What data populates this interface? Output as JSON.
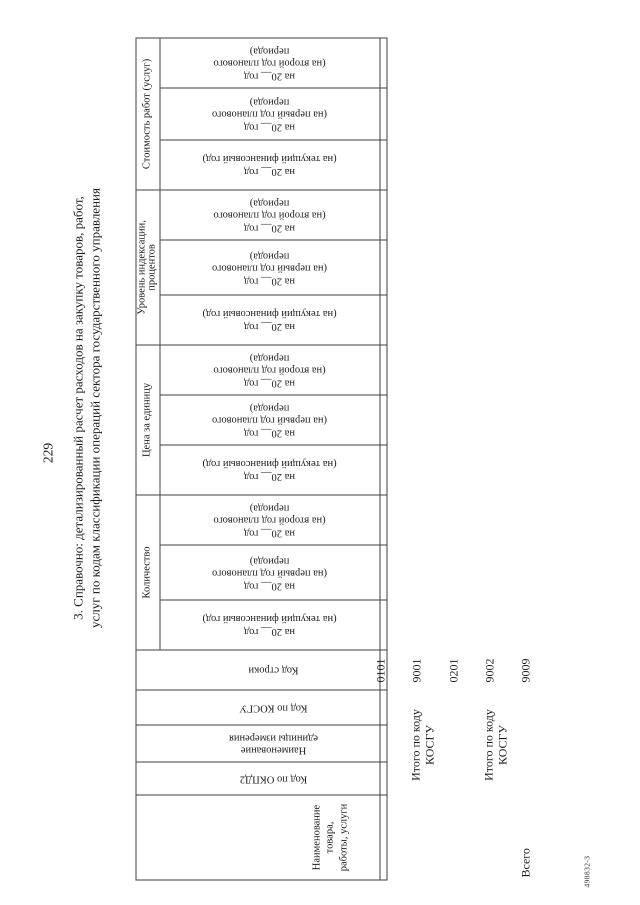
{
  "page": {
    "number": "229",
    "footer_code": "498832-3"
  },
  "title": {
    "line1": "3. Справочно: детализированный расчет расходов на закупку товаров, работ,",
    "line2": "услуг по кодам классификации операций сектора государственного управления"
  },
  "table": {
    "col_name": "Наименование\nтовара,\nработы, услуги",
    "col_okpd": "Код по ОКПД2",
    "col_unit": "Наименование\nединицы измерения",
    "col_kosgu": "Код по КОСГУ",
    "col_line": "Код строки",
    "group_quantity": "Количество",
    "group_price": "Цена за единицу",
    "group_index": "Уровень индексации,\nпроцентов",
    "group_cost": "Стоимость работ (услуг)",
    "period_current": "на 20__ год\n(на текущий финансовый год)",
    "period_first": "на 20__ год\n(на первый год планового\nпериода)",
    "period_second": "на 20__ год\n(на второй год планового\nпериода)",
    "rows": [
      {
        "label": "",
        "line_code": "0101"
      },
      {
        "label": "Итого по коду\nКОСГУ",
        "line_code": "9001"
      },
      {
        "label": "",
        "line_code": "0201"
      },
      {
        "label": "Итого по коду\nКОСГУ",
        "line_code": "9002"
      },
      {
        "label": "Всего",
        "line_code": "9009"
      }
    ]
  }
}
